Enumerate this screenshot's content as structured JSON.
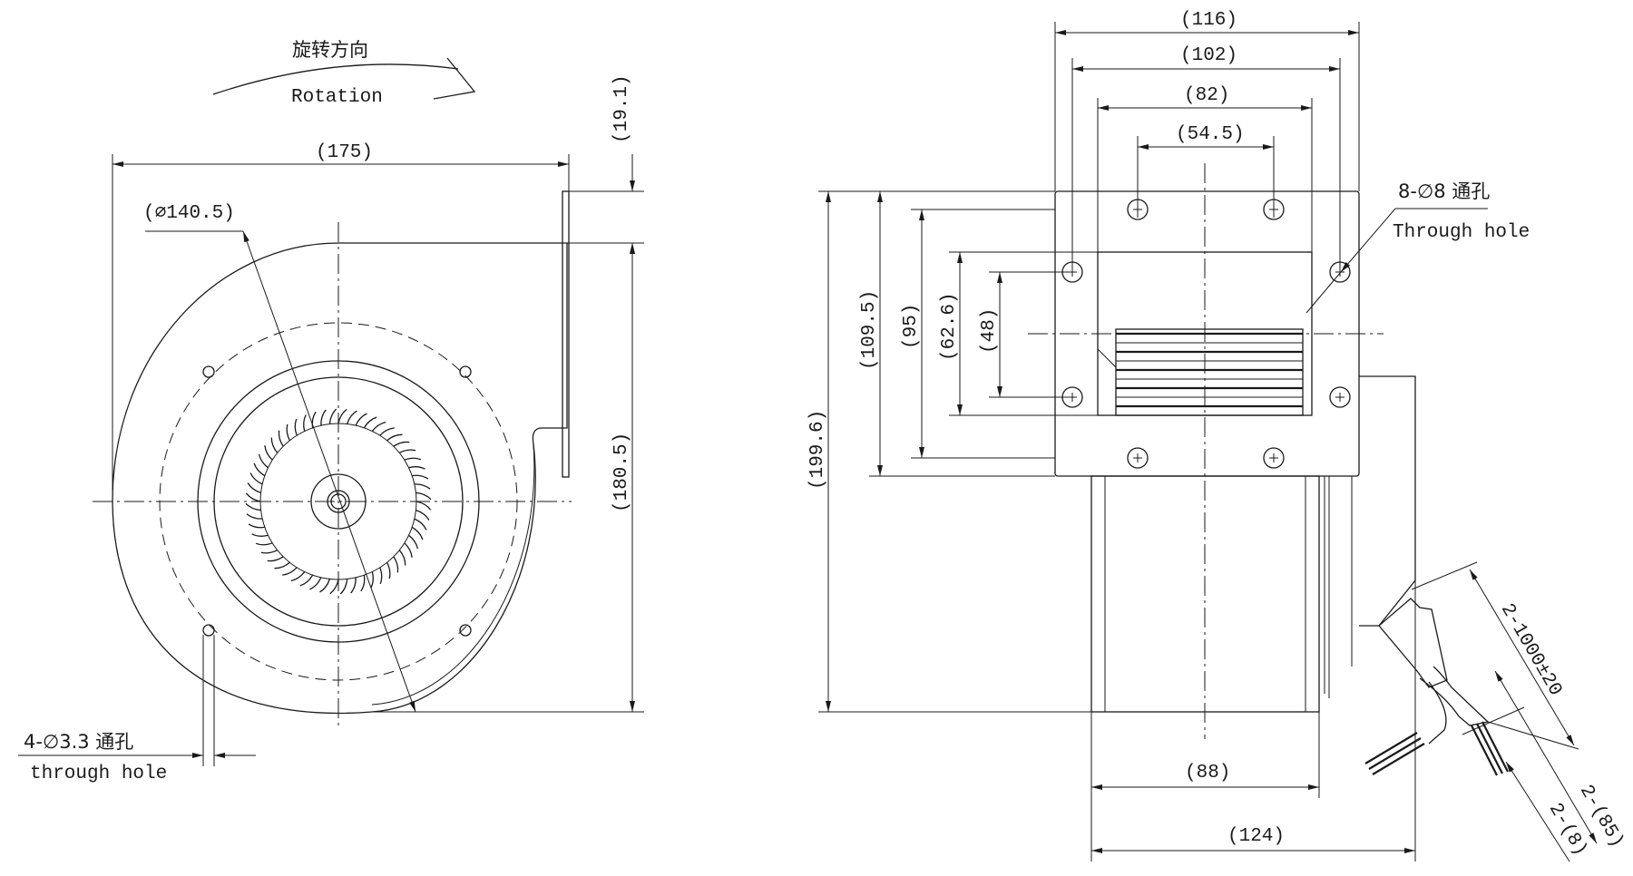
{
  "front_view": {
    "rotation_cn": "旋转方向",
    "rotation_en": "Rotation",
    "dim_width": "(175)",
    "dim_diameter": "(∅140.5)",
    "dim_outlet_height": "(19.1)",
    "dim_height": "(180.5)",
    "mount_hole_label": "4-∅3.3 通孔",
    "mount_hole_en": "through hole"
  },
  "side_view": {
    "dim_116": "(116)",
    "dim_102": "(102)",
    "dim_82": "(82)",
    "dim_54_5": "(54.5)",
    "flange_hole_label": "8-∅8 通孔",
    "flange_hole_en": "Through hole",
    "dim_109_5": "(109.5)",
    "dim_95": "(95)",
    "dim_62_6": "(62.6)",
    "dim_48": "(48)",
    "dim_199_6": "(199.6)",
    "dim_88": "(88)",
    "dim_124": "(124)",
    "lead_length": "2-1000±20",
    "lead_85": "2-(85)",
    "lead_8": "2-(8)"
  }
}
